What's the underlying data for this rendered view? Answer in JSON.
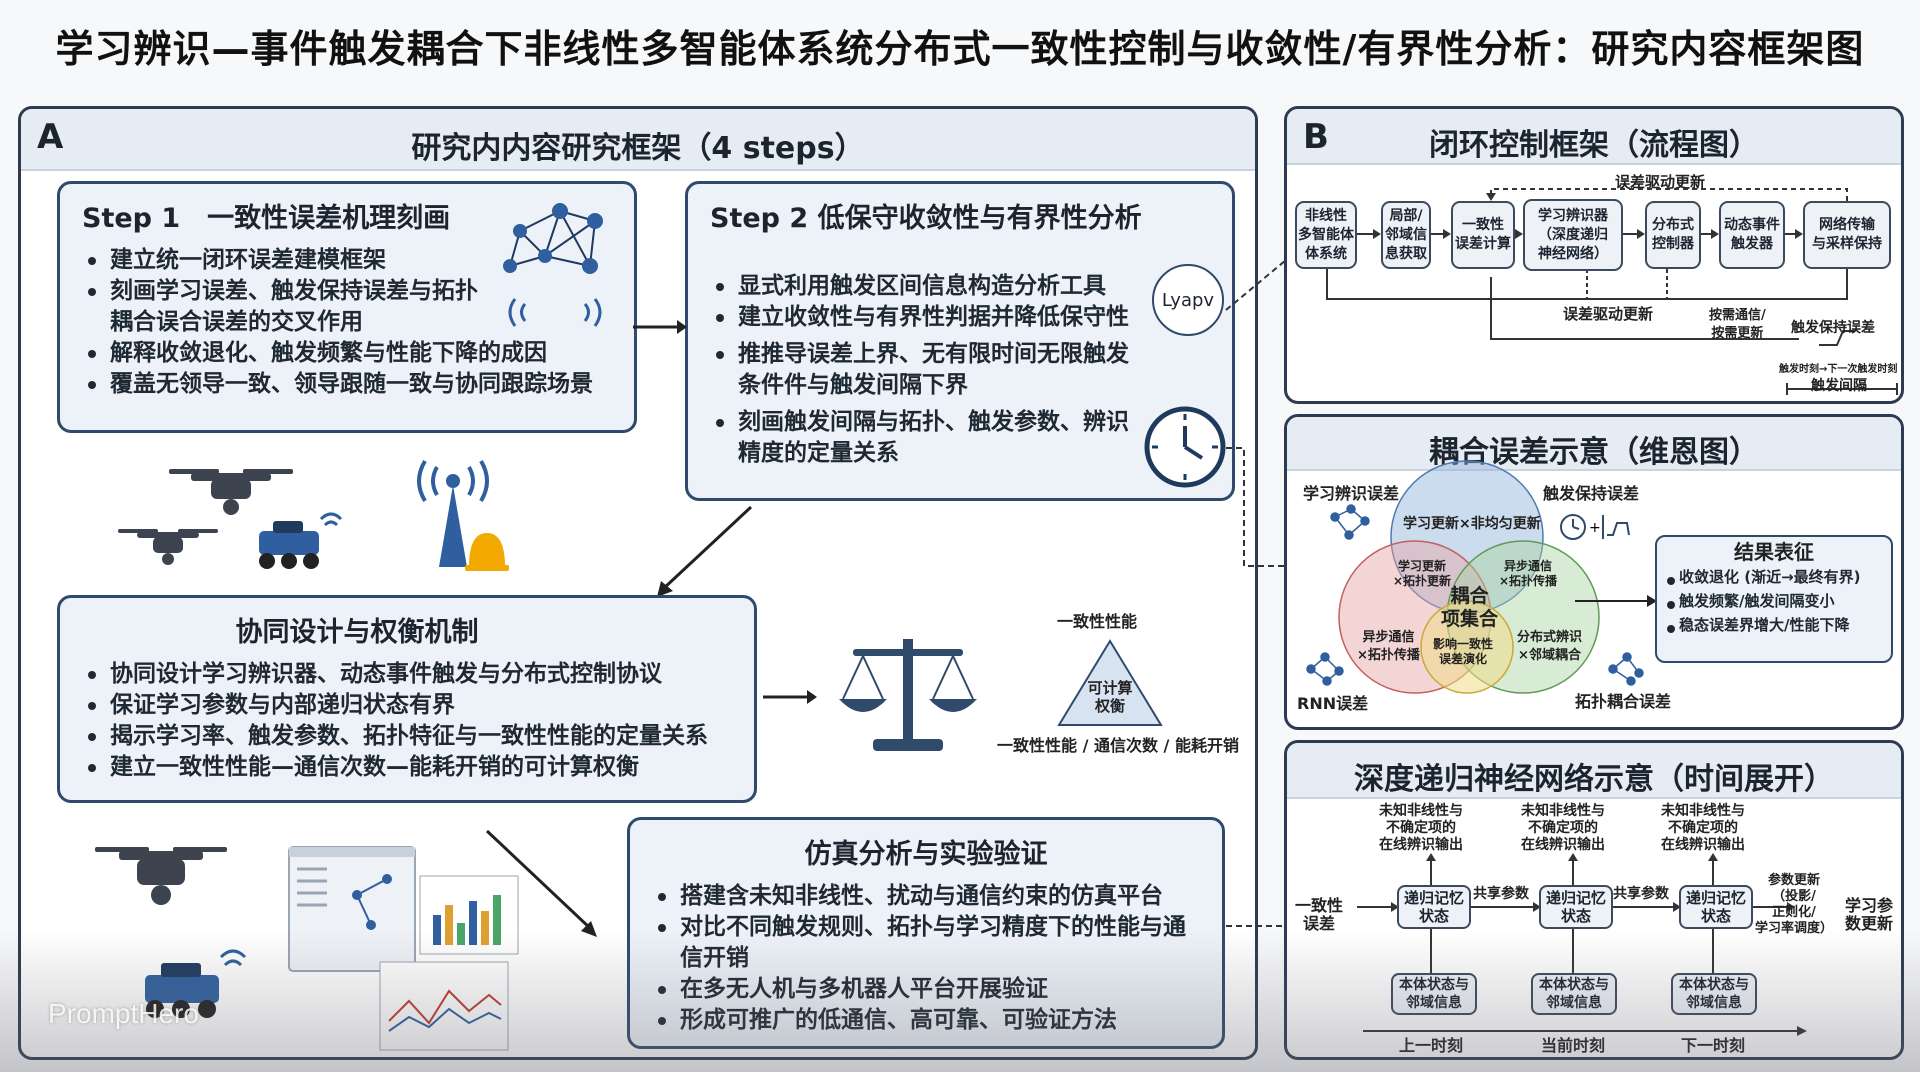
{
  "title": "学习辨识—事件触发耦合下非线性多智能体系统分布式一致性控制与收敛性/有界性分析：研究内容框架图",
  "panelA": {
    "letter": "A",
    "title": "研究内内容研究框架（4 steps）",
    "step1": {
      "title": "Step 1　一致性误差机理刻画",
      "items": [
        "建立统一闭环误差建模框架",
        "刻画学习误差、触发保持误差与拓扑耦合误合误差的交叉作用",
        "解释收敛退化、触发频繁与性能下降的成因",
        "覆盖无领导一致、领导跟随一致与协同跟踪场景"
      ]
    },
    "step2": {
      "title": "Step 2 低保守收敛性与有界性分析",
      "badge": "Lyapv",
      "items": [
        "显式利用触发区间信息构造分析工具",
        "建立收敛性与有界性判据并降低保守性",
        "推推导误差上界、无有限时间无限触发条件件与触发间隔下界",
        "刻画触发间隔与拓扑、触发参数、辨识精度的定量关系"
      ]
    },
    "cooperative": {
      "title": "协同设计与权衡机制",
      "items": [
        "协同设计学习辨识器、动态事件触发与分布式控制协议",
        "保证学习参数与内部递归状态有界",
        "揭示学习率、触发参数、拓扑特征与一致性性能的定量关系",
        "建立一致性性能—通信次数—能耗开销的可计算权衡"
      ],
      "triangle_top": "一致性性能",
      "triangle_center": "可计算\n权衡",
      "triangle_bottom": "一致性性能 / 通信次数 / 能耗开销"
    },
    "simulation": {
      "title": "仿真分析与实验验证",
      "items": [
        "搭建含未知非线性、扰动与通信约束的仿真平台",
        "对比不同触发规则、拓扑与学习精度下的性能与通信开销",
        "在多无人机与多机器人平台开展验证",
        "形成可推广的低通信、高可靠、可验证方法"
      ]
    }
  },
  "panelB": {
    "letter": "B",
    "title": "闭环控制框架（流程图）",
    "top_label": "误差驱动更新",
    "bottom_label": "误差驱动更新",
    "boxes": [
      "非线性\n多智能体\n体系统",
      "局部/\n邻域信\n息获取",
      "一致性\n误差计算",
      "学习辨识器\n（深度递归\n神经网络）",
      "分布式\n控制器",
      "动态事件\n触发器",
      "网络传输\n与采样保持"
    ],
    "update_label": "按需通信/\n按需更新",
    "hold_label": "触发保持误差",
    "tick_label": "触发时刻→下一次触发时刻",
    "interval_label": "触发间隔"
  },
  "venn": {
    "title": "耦合误差示意（维恩图）",
    "learn_err": "学习辨识误差",
    "hold_err": "触发保持误差",
    "rnn_err": "RNN误差",
    "topo_err": "拓扑耦合误差",
    "top_circle": "学习更新×非均匀更新",
    "left_mid": "学习更新\n×拓扑更新",
    "right_mid": "异步通信\n×拓扑传播",
    "center": "耦合\n项集合",
    "left_bottom": "异步通信\n×拓扑传播",
    "center_bottom": "影响一致性\n误差演化",
    "right_bottom": "分布式辨识\n×邻域耦合",
    "result_title": "结果表征",
    "result_items": [
      "收敛退化 (渐近→最终有界)",
      "触发频繁/触发间隔变小",
      "稳态误差界增大/性能下降"
    ]
  },
  "rnn": {
    "title": "深度递归神经网络示意（时间展开）",
    "input_label": "一致性\n误差",
    "output_label": "学习参\n数更新",
    "top_label": "未知非线性与\n不确定项的\n在线辨识输出",
    "cell_label": "递归记忆\n状态",
    "bottom_label": "本体状态与\n邻域信息",
    "share_label": "共享参数",
    "param_label": "参数更新\n（投影/\n正则化/\n学习率调度）",
    "time_labels": [
      "上一时刻",
      "当前时刻",
      "下一时刻"
    ]
  },
  "watermark": "PromptHero"
}
